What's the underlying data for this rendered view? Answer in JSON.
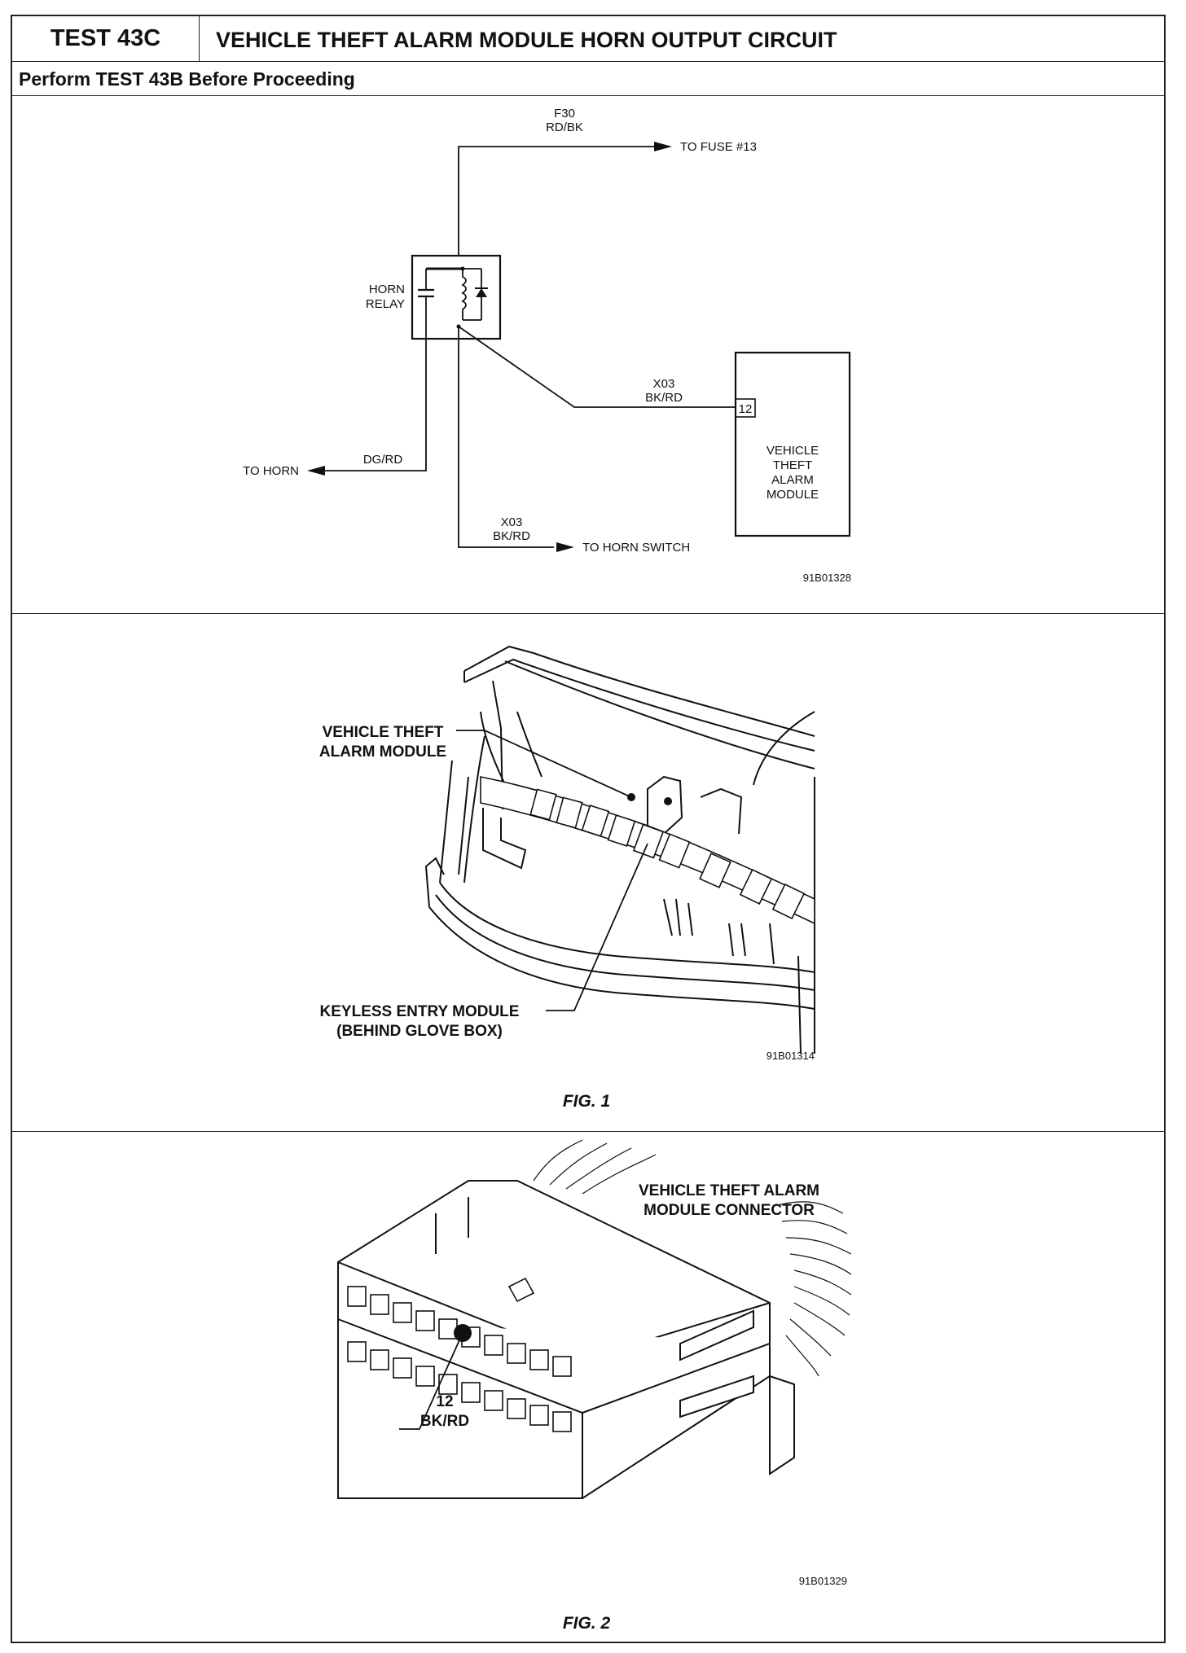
{
  "header": {
    "test_id": "TEST 43C",
    "title": "VEHICLE THEFT ALARM MODULE HORN OUTPUT CIRCUIT",
    "prerequisite": "Perform TEST 43B Before Proceeding"
  },
  "schematic": {
    "circuit_top_id": "F30",
    "circuit_top_color": "RD/BK",
    "to_fuse": "TO FUSE #13",
    "relay_label": [
      "HORN",
      "RELAY"
    ],
    "module_circuit_id": "X03",
    "module_circuit_color": "BK/RD",
    "module_pin": "12",
    "module_label": [
      "VEHICLE",
      "THEFT",
      "ALARM",
      "MODULE"
    ],
    "horn_wire_color": "DG/RD",
    "to_horn": "TO HORN",
    "switch_circuit_id": "X03",
    "switch_circuit_color": "BK/RD",
    "to_horn_switch": "TO HORN SWITCH",
    "drawing_code": "91B01328"
  },
  "fig1": {
    "callout_vtam": [
      "VEHICLE THEFT",
      "ALARM MODULE"
    ],
    "callout_keyless": [
      "KEYLESS ENTRY MODULE",
      "(BEHIND GLOVE BOX)"
    ],
    "drawing_code": "91B01314",
    "caption": "FIG. 1"
  },
  "fig2": {
    "callout_connector": [
      "VEHICLE THEFT ALARM",
      "MODULE CONNECTOR"
    ],
    "pin_number": "12",
    "pin_color": "BK/RD",
    "drawing_code": "91B01329",
    "caption": "FIG. 2"
  }
}
